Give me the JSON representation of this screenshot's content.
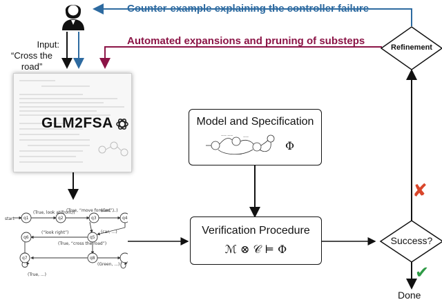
{
  "labels": {
    "feedback_top": "Counter-example explaining the controller failure",
    "feedback_middle": "Automated expansions and pruning of substeps",
    "input_line1": "Input:",
    "input_line2": "“Cross the road”",
    "glm_title": "GLM2FSA",
    "model_title": "Model and Specification",
    "model_phi": "Φ",
    "verification_title": "Verification Procedure",
    "verification_formula": "ℳ ⊗ 𝒞 ⊨ Φ",
    "refinement": "Refinement",
    "success": "Success?",
    "done": "Done",
    "fail_mark": "✘",
    "success_mark": "✔"
  },
  "fsa": {
    "states": [
      "q1",
      "q2",
      "q3",
      "q4",
      "q5",
      "q6",
      "q7",
      "q8"
    ],
    "start": "start",
    "edge_labels": [
      "(True, look at(front))",
      "(True, “move forward”)",
      "(Car, ...)",
      "(“look right”)",
      "(True, “cross the road”)",
      "(car, ...)",
      "(Green, ...)",
      "(True, ...)"
    ]
  },
  "colors": {
    "blue": "#2d6aa0",
    "maroon": "#8b1446",
    "fail": "#d9462b",
    "success": "#2f9a46"
  },
  "icons": [
    "person-icon",
    "openai-logo-icon",
    "cross-mark-icon",
    "check-mark-icon"
  ]
}
